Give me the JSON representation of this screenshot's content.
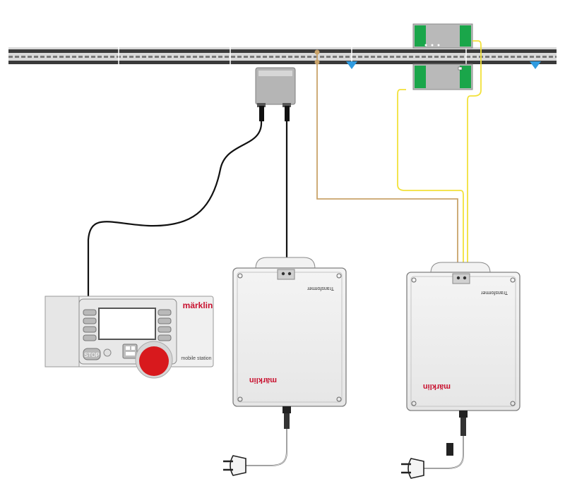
{
  "diagram": {
    "central_station": {
      "brand_logo": "märklin",
      "model_label": "mobile station"
    },
    "transformer_left": {
      "brand_logo": "märklin",
      "rating_label": "Transformer"
    },
    "transformer_right": {
      "brand_logo": "märklin",
      "rating_label": "Transformer"
    },
    "colors": {
      "track_rail": "#3a3a3a",
      "track_bed": "#9a9a9a",
      "accent_blue": "#2f9be0",
      "wire_black": "#111111",
      "wire_brown": "#c9a36a",
      "wire_yellow": "#f2e13a",
      "signal_green": "#1aa64a",
      "stop_button_red": "#d8191d",
      "logo_red": "#c8102e"
    }
  }
}
